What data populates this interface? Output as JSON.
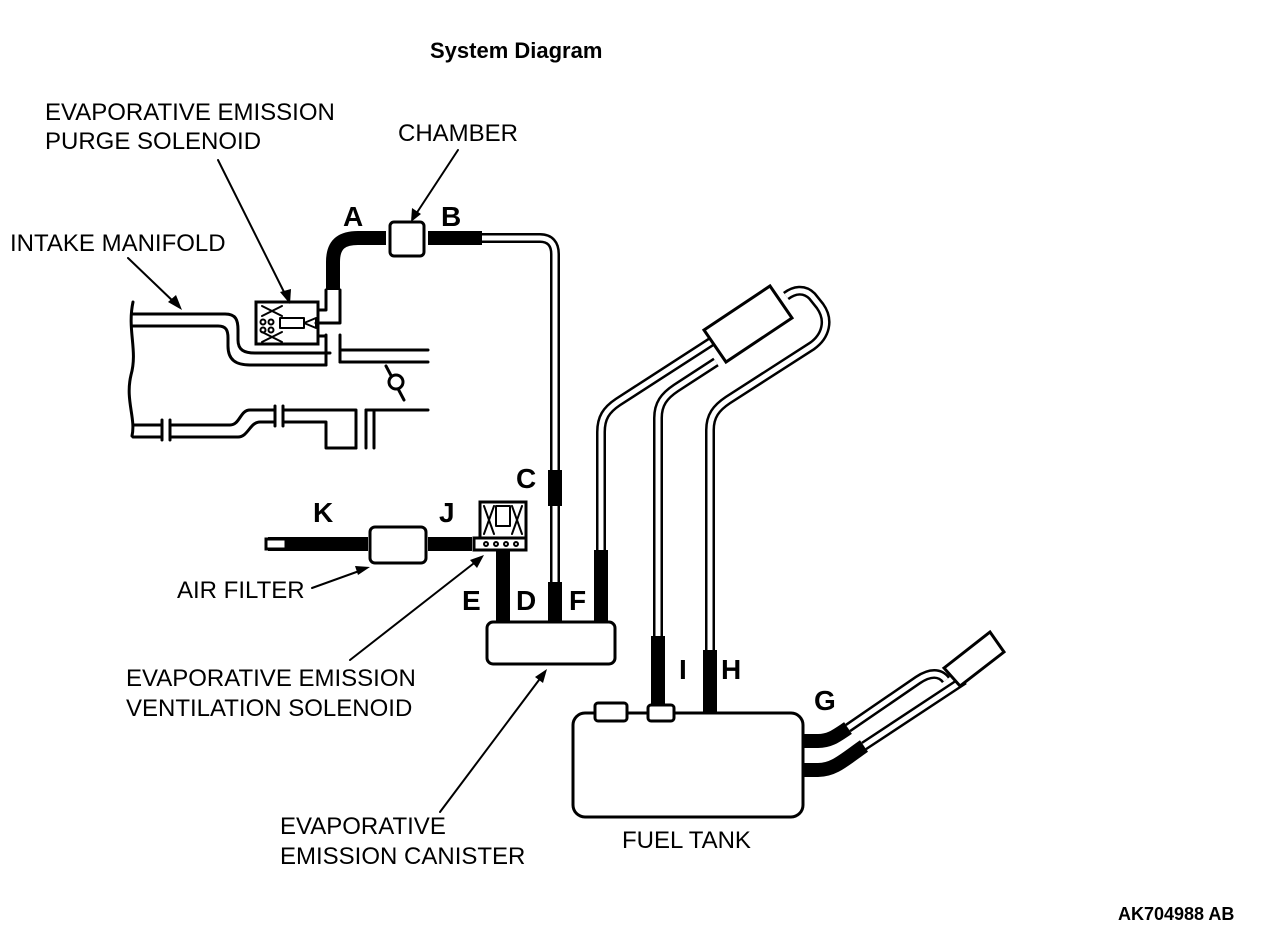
{
  "title": "System Diagram",
  "labels": {
    "purge_solenoid_line1": "EVAPORATIVE EMISSION",
    "purge_solenoid_line2": "PURGE SOLENOID",
    "chamber": "CHAMBER",
    "intake_manifold": "INTAKE MANIFOLD",
    "air_filter": "AIR FILTER",
    "ventilation_solenoid_line1": "EVAPORATIVE EMISSION",
    "ventilation_solenoid_line2": "VENTILATION SOLENOID",
    "canister_line1": "EVAPORATIVE",
    "canister_line2": "EMISSION CANISTER",
    "fuel_tank": "FUEL TANK"
  },
  "hose_letters": {
    "a": "A",
    "b": "B",
    "c": "C",
    "d": "D",
    "e": "E",
    "f": "F",
    "g": "G",
    "h": "H",
    "i": "I",
    "j": "J",
    "k": "K"
  },
  "figure_code": "AK704988 AB"
}
